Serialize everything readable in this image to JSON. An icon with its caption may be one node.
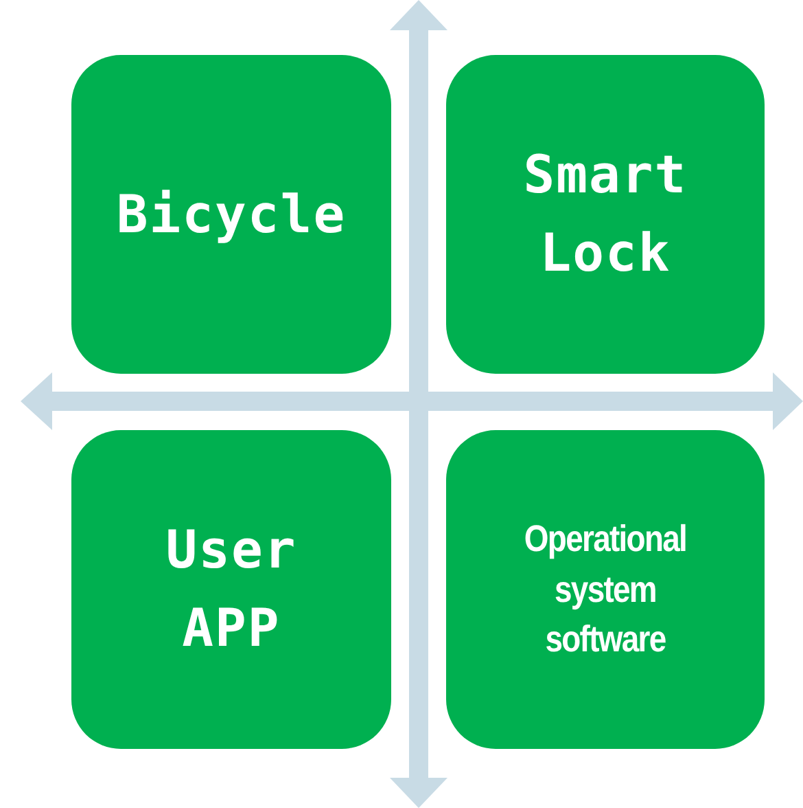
{
  "diagram": {
    "nodes": [
      {
        "text": [
          "Bicycle"
        ]
      },
      {
        "text": [
          "Smart Lock"
        ]
      },
      {
        "text": [
          "User APP"
        ]
      },
      {
        "text": [
          "Operational system software"
        ]
      }
    ]
  }
}
